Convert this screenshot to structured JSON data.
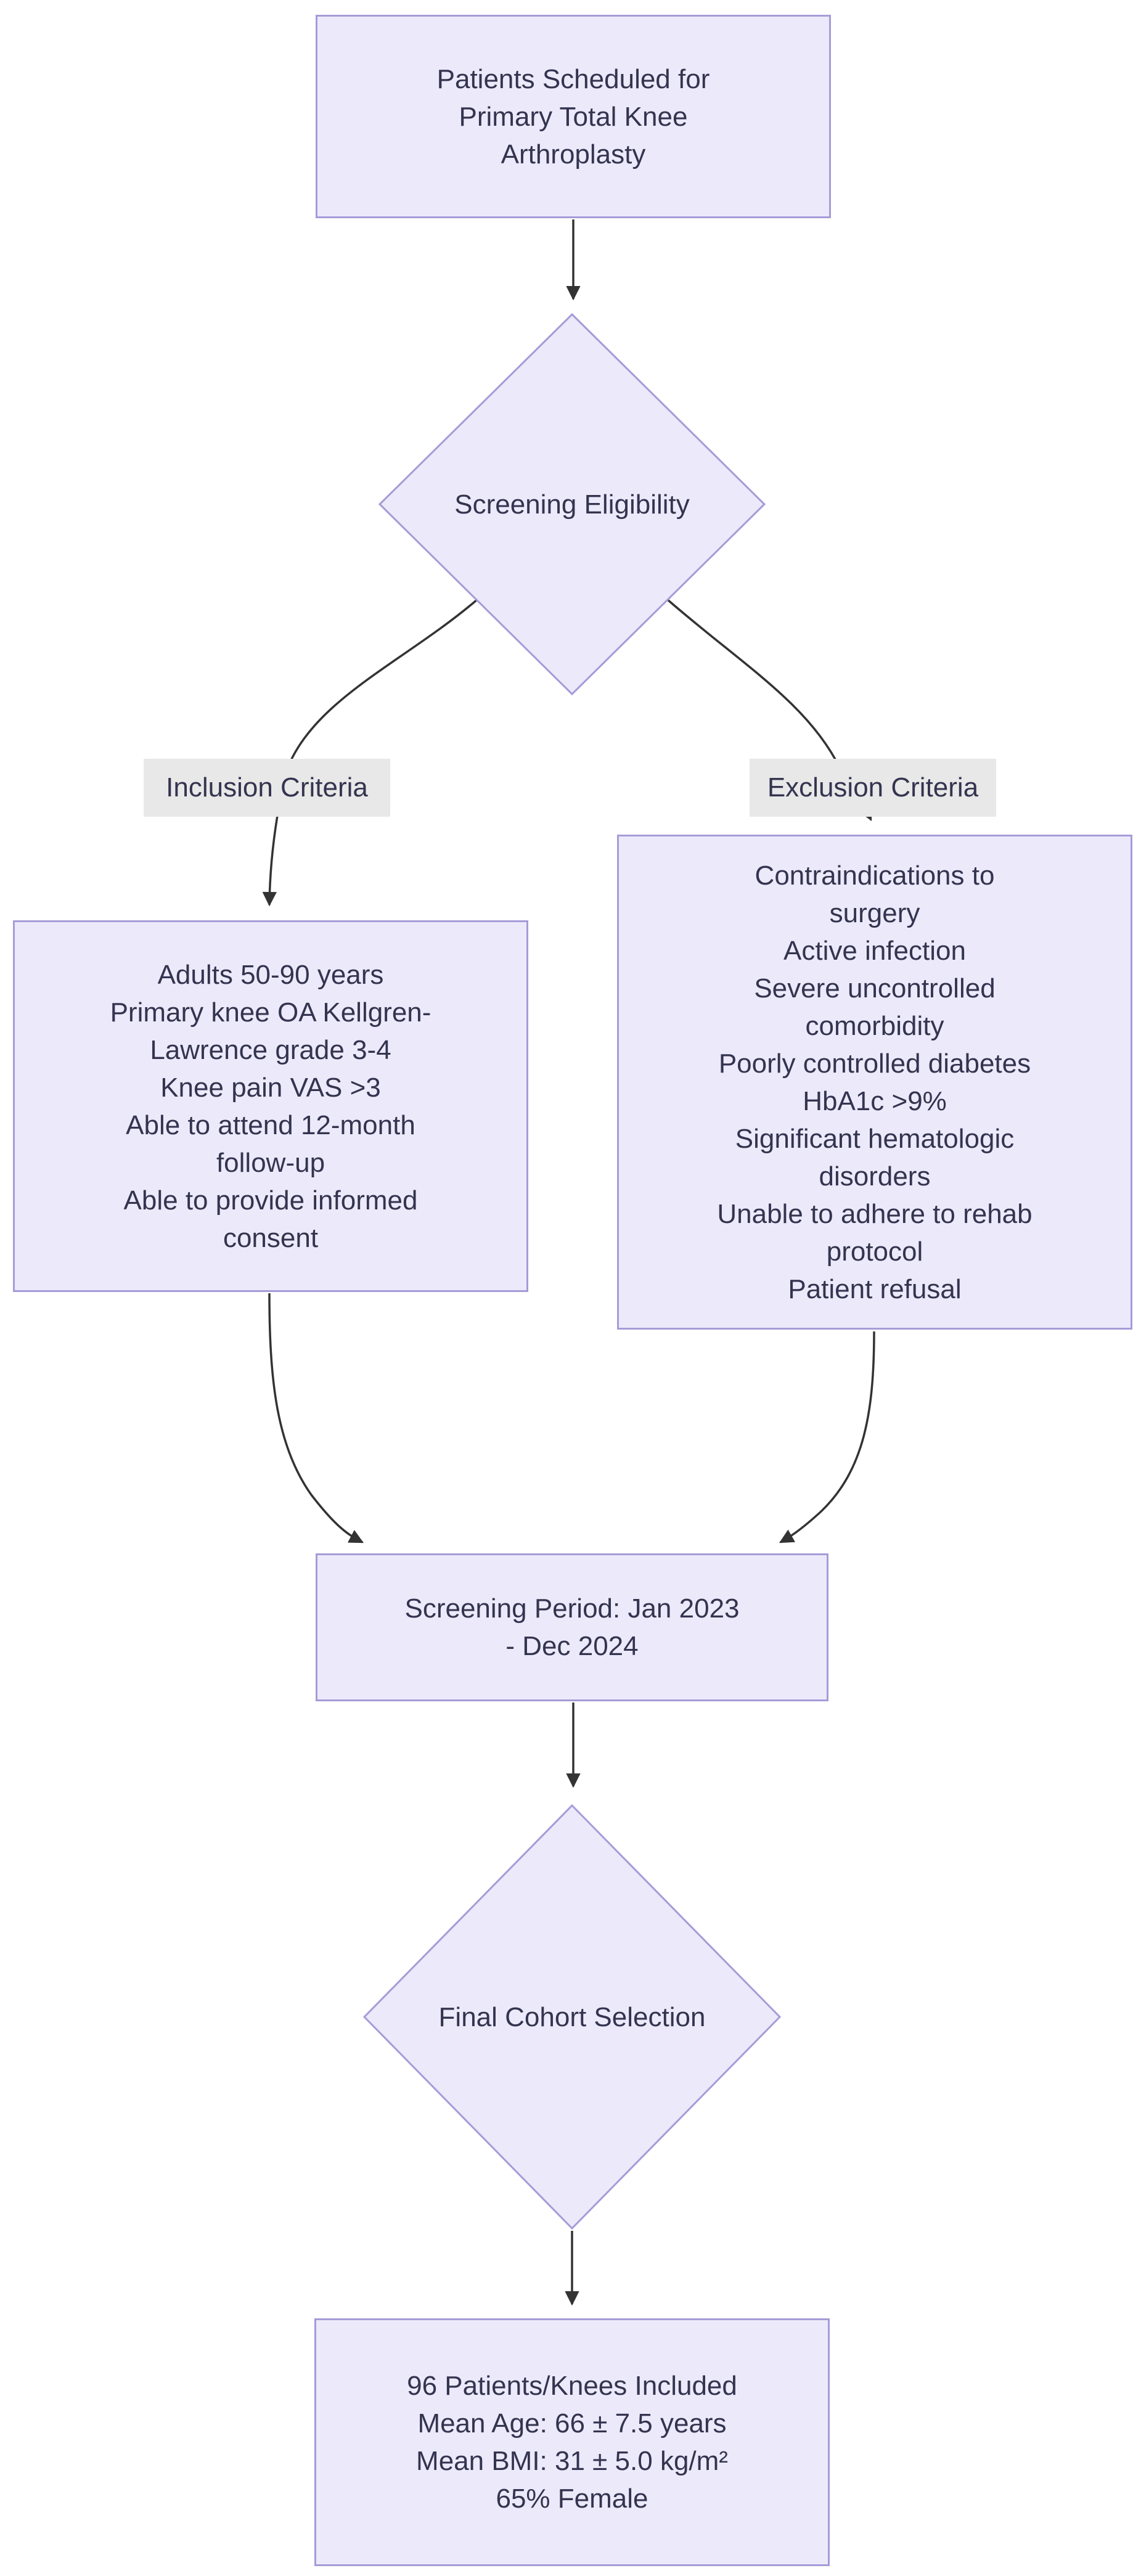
{
  "diagram": {
    "type": "flowchart",
    "direction": "top-down",
    "nodes": {
      "patients": {
        "shape": "rectangle",
        "label": "Patients Scheduled for\nPrimary Total Knee\nArthroplasty"
      },
      "screening_eligibility": {
        "shape": "diamond",
        "label": "Screening Eligibility"
      },
      "inclusion": {
        "shape": "rectangle",
        "label": "Adults 50-90 years\nPrimary knee OA Kellgren-\nLawrence grade 3-4\nKnee pain VAS >3\nAble to attend 12-month\nfollow-up\nAble to provide informed\nconsent"
      },
      "exclusion": {
        "shape": "rectangle",
        "label": "Contraindications to\nsurgery\nActive infection\nSevere uncontrolled\ncomorbidity\nPoorly controlled diabetes\nHbA1c >9%\nSignificant hematologic\ndisorders\nUnable to adhere to rehab\nprotocol\nPatient refusal"
      },
      "screening_period": {
        "shape": "rectangle",
        "label": "Screening Period: Jan 2023\n- Dec 2024"
      },
      "final_cohort": {
        "shape": "diamond",
        "label": "Final Cohort Selection"
      },
      "included": {
        "shape": "rectangle",
        "label": "96 Patients/Knees Included\nMean Age: 66 ± 7.5 years\nMean BMI: 31 ± 5.0 kg/m²\n65% Female"
      }
    },
    "edges": [
      {
        "from": "patients",
        "to": "screening_eligibility",
        "label": ""
      },
      {
        "from": "screening_eligibility",
        "to": "inclusion",
        "label": "Inclusion Criteria"
      },
      {
        "from": "screening_eligibility",
        "to": "exclusion",
        "label": "Exclusion Criteria"
      },
      {
        "from": "inclusion",
        "to": "screening_period",
        "label": ""
      },
      {
        "from": "exclusion",
        "to": "screening_period",
        "label": ""
      },
      {
        "from": "screening_period",
        "to": "final_cohort",
        "label": ""
      },
      {
        "from": "final_cohort",
        "to": "included",
        "label": ""
      }
    ],
    "colors": {
      "node_fill": "#eceafa",
      "node_border": "#a79bd8",
      "edge_color": "#333333",
      "edge_label_background": "#e8e8e8",
      "text_color": "#343450",
      "background": "#ffffff"
    }
  }
}
